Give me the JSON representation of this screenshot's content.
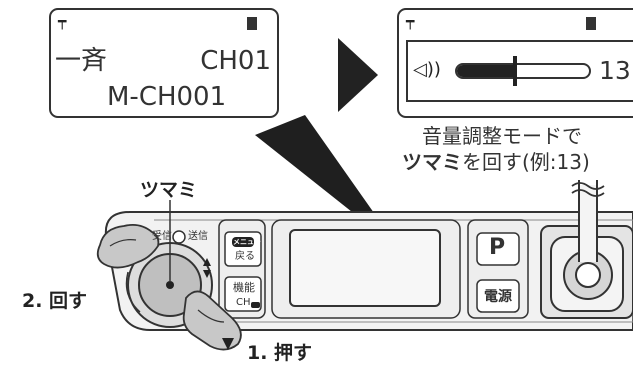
{
  "screen_before": {
    "line1_left": "一斉",
    "line1_right": "CH01",
    "line2": "M-CH001"
  },
  "screen_after": {
    "volume_value": "13"
  },
  "caption": {
    "line1": "音量調整モードで",
    "line2_bold": "ツマミ",
    "line2_rest": "を回す(例:13)"
  },
  "labels": {
    "knob": "ツマミ",
    "step_rotate": "2. 回す",
    "step_press": "1. 押す"
  },
  "panel": {
    "led_receive": "受信",
    "led_send": "送信",
    "menu_button": "メニュー",
    "back_label": "戻る",
    "function_label": "機能",
    "ch_label": "CH",
    "p_button": "P",
    "power_button": "電源"
  }
}
